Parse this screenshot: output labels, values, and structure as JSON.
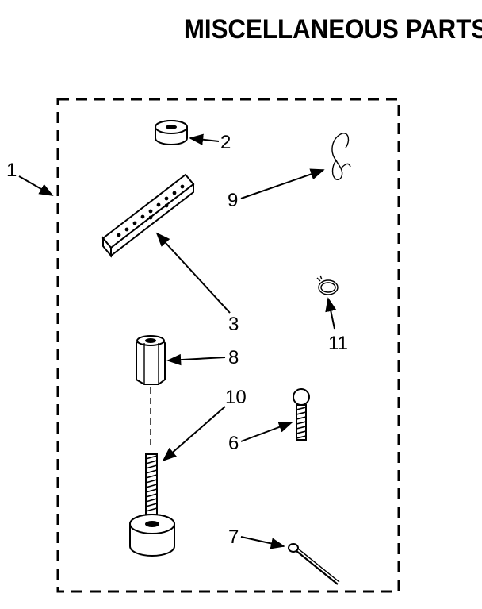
{
  "title": "MISCELLANEOUS PARTS",
  "callouts": {
    "c1": "1",
    "c2": "2",
    "c3": "3",
    "c6": "6",
    "c7": "7",
    "c8": "8",
    "c9": "9",
    "c10": "10",
    "c11": "11"
  }
}
